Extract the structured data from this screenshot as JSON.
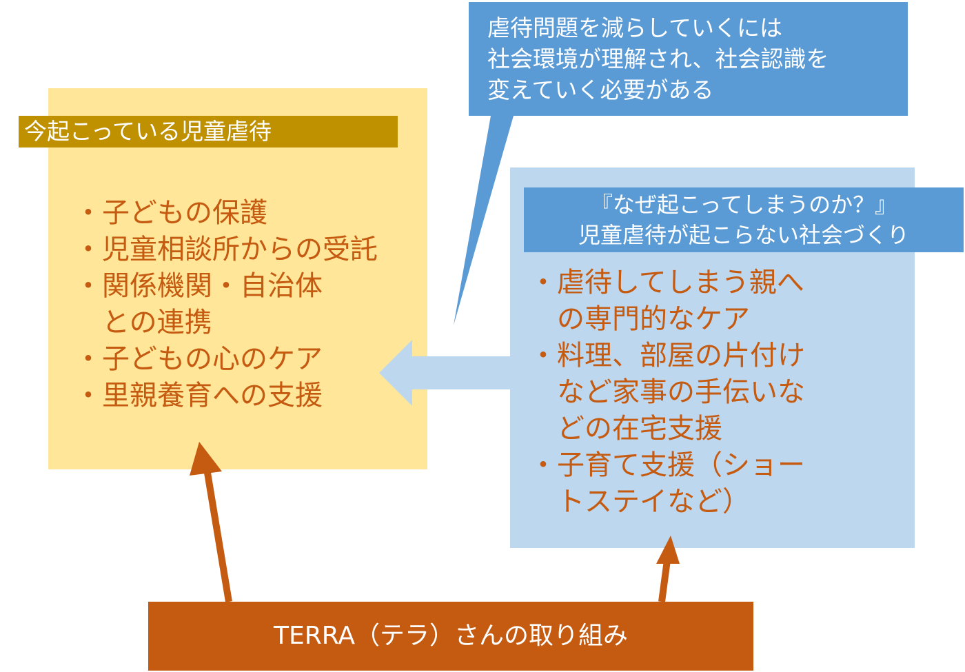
{
  "left_panel": {
    "title": "今起こっている児童虐待",
    "items": [
      "・子どもの保護",
      "・児童相談所からの受託",
      "・関係機関・自治体",
      "　との連携",
      "・子どもの心のケア",
      "・里親養育への支援"
    ]
  },
  "right_panel": {
    "title_lines": [
      "『なぜ起こってしまうのか？』",
      "児童虐待が起こらない社会づくり"
    ],
    "items": [
      "・虐待してしまう親へ",
      "　の専門的なケア",
      "・料理、部屋の片付け",
      "　など家事の手伝いな",
      "　どの在宅支援",
      "・子育て支援（ショー",
      "　トステイなど）"
    ]
  },
  "callout": {
    "lines": [
      "虐待問題を減らしていくには",
      "社会環境が理解され、社会認識を",
      "変えていく必要がある"
    ]
  },
  "bottom": {
    "label": "TERRA（テラ）さんの取り組み"
  },
  "colors": {
    "left_box": "#FFE699",
    "left_title": "#BF9000",
    "right_box": "#BDD7EE",
    "right_title": "#5B9BD5",
    "accent_orange": "#C55A11"
  }
}
